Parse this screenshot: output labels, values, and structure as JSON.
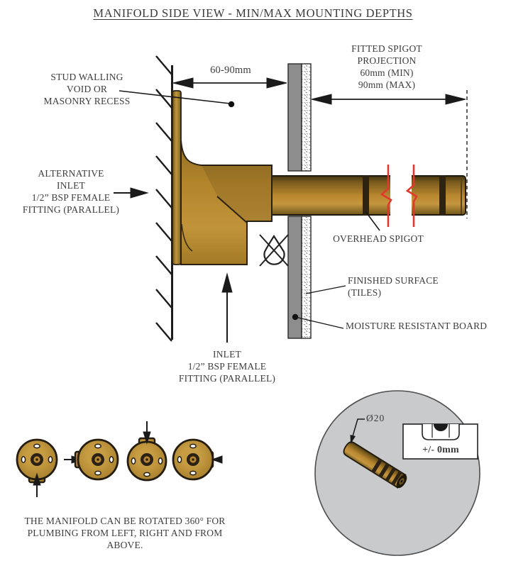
{
  "title": "MANIFOLD SIDE VIEW - MIN/MAX MOUNTING DEPTHS",
  "labels": {
    "stud_walling": "STUD WALLING\nVOID OR\nMASONRY RECESS",
    "dimension_void": "60-90mm",
    "fitted_spigot": "FITTED SPIGOT\nPROJECTION\n60mm (MIN)\n90mm (MAX)",
    "alternative_inlet": "ALTERNATIVE\nINLET\n1/2” BSP FEMALE\nFITTING (PARALLEL)",
    "overhead_spigot": "OVERHEAD SPIGOT",
    "finished_surface": "FINISHED SURFACE\n(TILES)",
    "moisture_board": "MOISTURE RESISTANT BOARD",
    "inlet": "INLET\n1/2” BSP FEMALE\nFITTING (PARALLEL)",
    "rotation_note": "THE MANIFOLD CAN BE ROTATED 360° FOR\nPLUMBING FROM LEFT, RIGHT AND FROM\nABOVE.",
    "spigot_diameter": "Ø20",
    "level_tolerance": "+/- 0mm"
  },
  "icons": {
    "no_drip": "no-drip-icon",
    "level_vial": "level-vial-icon",
    "pipe_break": "pipe-break-icon"
  },
  "colors": {
    "brass": "#b5872f",
    "brass_dark": "#6b521c",
    "outline": "#2a2113",
    "board_gray": "#8d8d8d",
    "break_red": "#e2382c",
    "detail_circle_gray": "#c8cacc",
    "text": "#3d3d3d"
  }
}
